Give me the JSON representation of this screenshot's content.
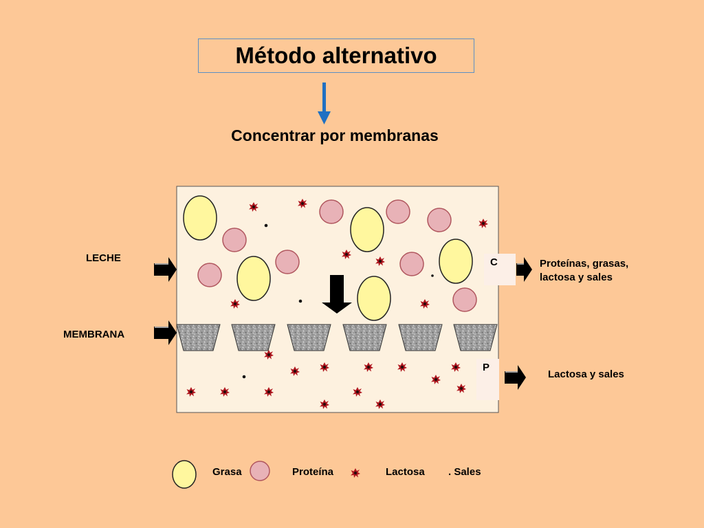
{
  "title": "Método alternativo",
  "subtitle": "Concentrar por membranas",
  "labels": {
    "leche": "LECHE",
    "membrana": "MEMBRANA",
    "concentrate_tag": "C",
    "permeate_tag": "P",
    "concentrate_desc_line1": "Proteínas, grasas,",
    "concentrate_desc_line2": "lactosa y sales",
    "permeate_desc": "Lactosa y sales"
  },
  "legend": {
    "grasa": "Grasa",
    "proteina": "Proteína",
    "lactosa": "Lactosa",
    "sales": ". Sales"
  },
  "colors": {
    "background": "#FDC897",
    "vessel_fill": "#FDF1DF",
    "fat": "#FFF79E",
    "protein": "#E8B2B7",
    "protein_outline": "#B0565E",
    "lactose": "#B01820",
    "title_border": "#5B8FC4",
    "flow_arrow": "#1F70C2"
  }
}
